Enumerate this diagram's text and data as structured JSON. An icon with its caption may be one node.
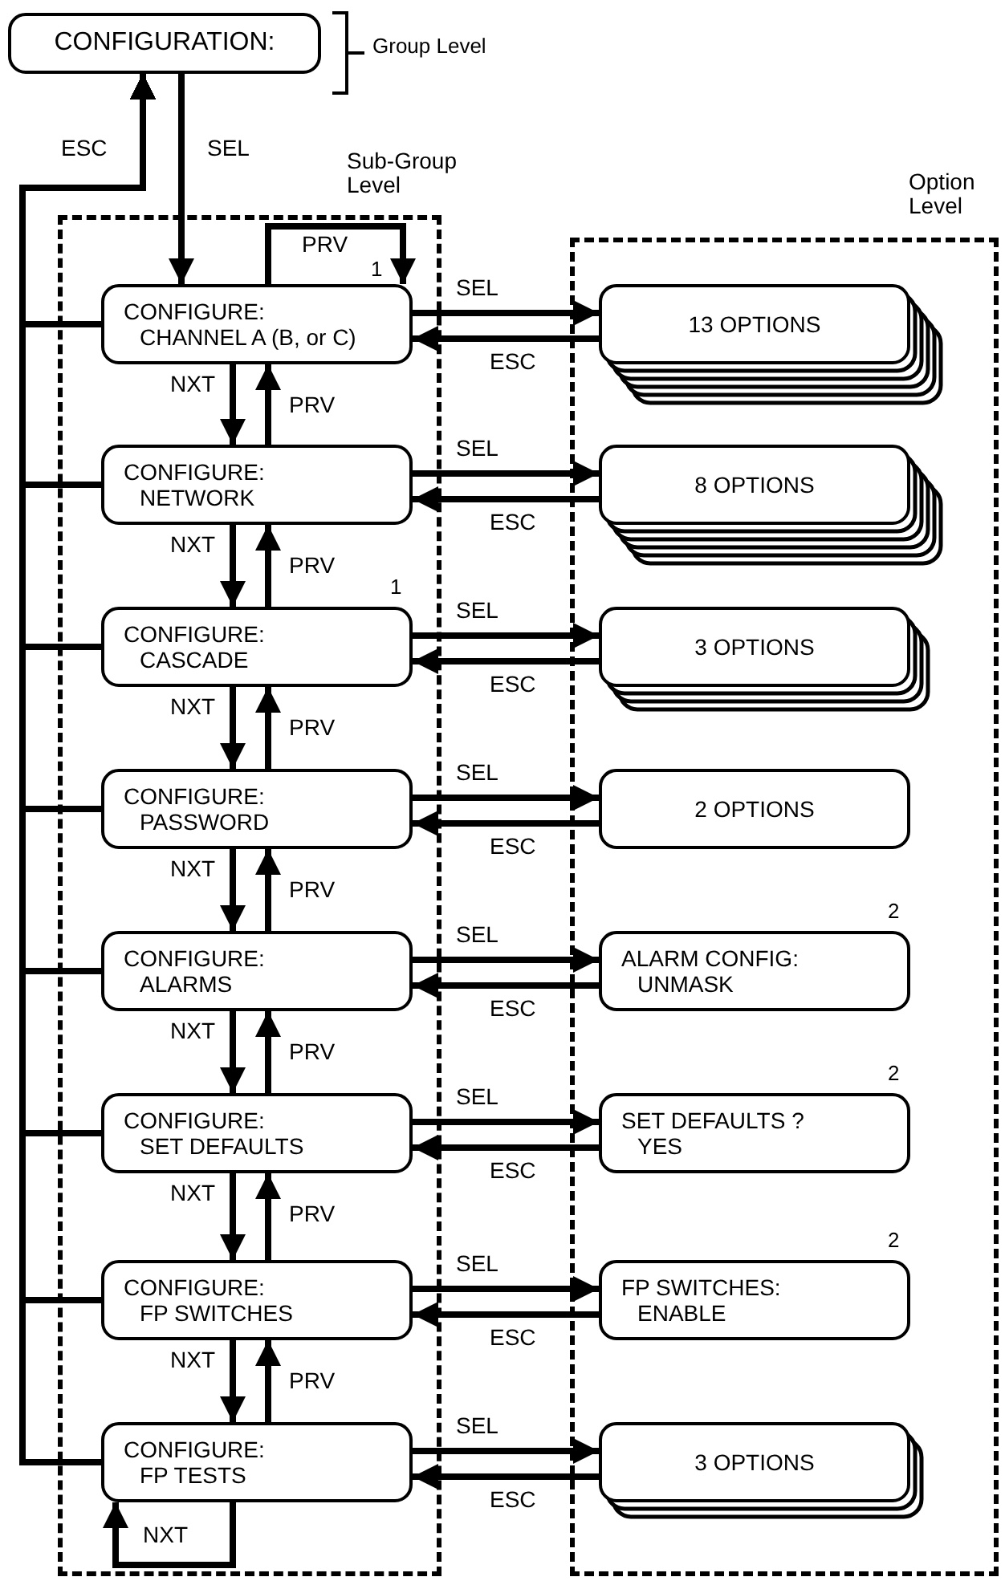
{
  "diagram": {
    "nodes": [
      {
        "text": [
          "CONFIGURATION:"
        ],
        "beside": [
          "Group Level"
        ]
      },
      {
        "text": [
          "Sub-Group Level"
        ]
      },
      {
        "text": [
          "Option Level"
        ]
      },
      {
        "text": [
          "CONFIGURE: CHANNEL A (B, or C)"
        ],
        "in": 1,
        "beside": [
          "1"
        ]
      },
      {
        "text": [
          "CONFIGURE: NETWORK"
        ],
        "in": 1
      },
      {
        "text": [
          "CONFIGURE: CASCADE"
        ],
        "in": 1,
        "beside": [
          "1"
        ]
      },
      {
        "text": [
          "CONFIGURE: PASSWORD"
        ],
        "in": 1
      },
      {
        "text": [
          "CONFIGURE: ALARMS"
        ],
        "in": 1
      },
      {
        "text": [
          "CONFIGURE: SET DEFAULTS"
        ],
        "in": 1
      },
      {
        "text": [
          "CONFIGURE: FP SWITCHES"
        ],
        "in": 1
      },
      {
        "text": [
          "CONFIGURE: FP TESTS"
        ],
        "in": 1
      },
      {
        "text": [
          "13 OPTIONS"
        ],
        "in": 2
      },
      {
        "text": [
          "8 OPTIONS"
        ],
        "in": 2
      },
      {
        "text": [
          "3 OPTIONS"
        ],
        "in": 2
      },
      {
        "text": [
          "2 OPTIONS"
        ],
        "in": 2
      },
      {
        "text": [
          "ALARM CONFIG: UNMASK"
        ],
        "in": 2,
        "beside": [
          "2"
        ]
      },
      {
        "text": [
          "SET DEFAULTS ? YES"
        ],
        "in": 2,
        "beside": [
          "2"
        ]
      },
      {
        "text": [
          "FP SWITCHES: ENABLE"
        ],
        "in": 2,
        "beside": [
          "2"
        ]
      },
      {
        "text": [
          "3 OPTIONS"
        ],
        "in": 2
      }
    ],
    "edges": [
      {
        "from": 0,
        "to": 3,
        "arrow": "to",
        "label": "SEL"
      },
      {
        "from": 3,
        "to": 0,
        "arrow": "to",
        "label": "ESC"
      },
      {
        "from": 4,
        "to": 0,
        "arrow": "to"
      },
      {
        "from": 5,
        "to": 0,
        "arrow": "to"
      },
      {
        "from": 6,
        "to": 0,
        "arrow": "to"
      },
      {
        "from": 7,
        "to": 0,
        "arrow": "to"
      },
      {
        "from": 8,
        "to": 0,
        "arrow": "to"
      },
      {
        "from": 9,
        "to": 0,
        "arrow": "to"
      },
      {
        "from": 10,
        "to": 0,
        "arrow": "to"
      },
      {
        "from": 3,
        "to": 3,
        "arrow": "to",
        "label": "PRV"
      },
      {
        "from": 3,
        "to": 4,
        "arrow": "to",
        "label": "NXT"
      },
      {
        "from": 4,
        "to": 3,
        "arrow": "to",
        "label": "PRV"
      },
      {
        "from": 4,
        "to": 5,
        "arrow": "to",
        "label": "NXT"
      },
      {
        "from": 5,
        "to": 4,
        "arrow": "to",
        "label": "PRV"
      },
      {
        "from": 5,
        "to": 6,
        "arrow": "to",
        "label": "NXT"
      },
      {
        "from": 6,
        "to": 5,
        "arrow": "to",
        "label": "PRV"
      },
      {
        "from": 6,
        "to": 7,
        "arrow": "to",
        "label": "NXT"
      },
      {
        "from": 7,
        "to": 6,
        "arrow": "to",
        "label": "PRV"
      },
      {
        "from": 7,
        "to": 8,
        "arrow": "to",
        "label": "NXT"
      },
      {
        "from": 8,
        "to": 7,
        "arrow": "to",
        "label": "PRV"
      },
      {
        "from": 8,
        "to": 9,
        "arrow": "to",
        "label": "NXT"
      },
      {
        "from": 9,
        "to": 8,
        "arrow": "to",
        "label": "PRV"
      },
      {
        "from": 9,
        "to": 10,
        "arrow": "to",
        "label": "NXT"
      },
      {
        "from": 10,
        "to": 9,
        "arrow": "to",
        "label": "PRV"
      },
      {
        "from": 3,
        "to": 11,
        "arrow": "to",
        "label": "SEL"
      },
      {
        "from": 11,
        "to": 3,
        "arrow": "to",
        "label": "ESC"
      },
      {
        "from": 4,
        "to": 12,
        "arrow": "to",
        "label": "SEL"
      },
      {
        "from": 12,
        "to": 4,
        "arrow": "to",
        "label": "ESC"
      },
      {
        "from": 5,
        "to": 13,
        "arrow": "to",
        "label": "SEL"
      },
      {
        "from": 13,
        "to": 5,
        "arrow": "to",
        "label": "ESC"
      },
      {
        "from": 6,
        "to": 14,
        "arrow": "to",
        "label": "SEL"
      },
      {
        "from": 14,
        "to": 6,
        "arrow": "to",
        "label": "ESC"
      },
      {
        "from": 7,
        "to": 15,
        "arrow": "to",
        "label": "SEL"
      },
      {
        "from": 15,
        "to": 7,
        "arrow": "to",
        "label": "ESC"
      },
      {
        "from": 8,
        "to": 16,
        "arrow": "to",
        "label": "SEL"
      },
      {
        "from": 16,
        "to": 8,
        "arrow": "to",
        "label": "ESC"
      },
      {
        "from": 9,
        "to": 17,
        "arrow": "to",
        "label": "SEL"
      },
      {
        "from": 17,
        "to": 9,
        "arrow": "to",
        "label": "ESC"
      },
      {
        "from": 10,
        "to": 18,
        "arrow": "to",
        "label": "SEL"
      },
      {
        "from": 18,
        "to": 10,
        "arrow": "to",
        "label": "ESC"
      },
      {
        "from": 10,
        "to": 10,
        "arrow": "to",
        "label": "NXT"
      }
    ]
  }
}
